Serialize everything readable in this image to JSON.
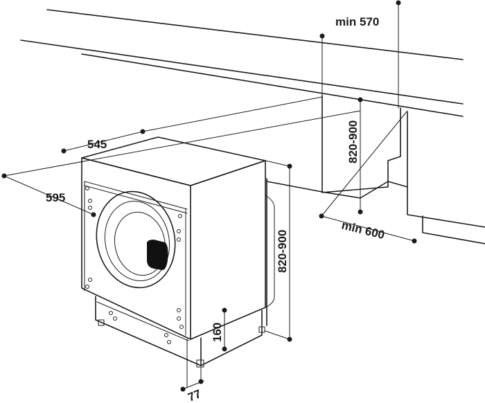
{
  "dimensions": {
    "min_width_top": "min 570",
    "height_cavity": "820-900",
    "width_545": "545",
    "width_595": "595",
    "height_machine": "820-900",
    "min_depth_bottom": "min 600",
    "plinth_height": "160",
    "foot_offset": "77"
  },
  "colors": {
    "line": "#1a1a1a",
    "door_black": "#111111"
  }
}
